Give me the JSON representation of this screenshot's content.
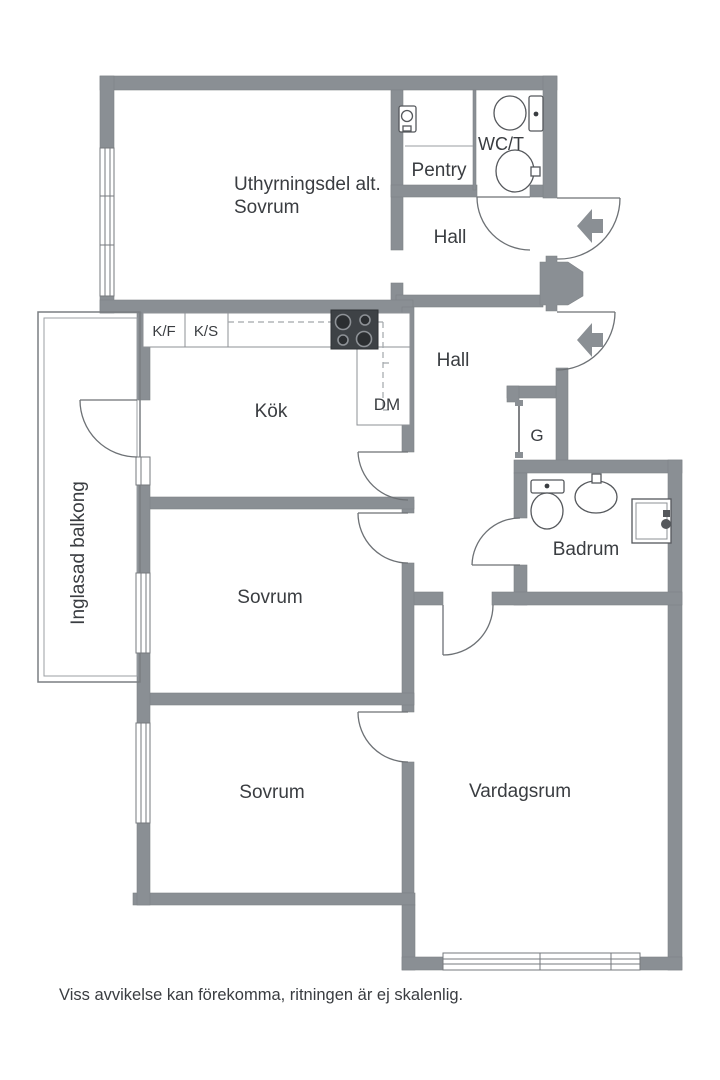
{
  "labels": {
    "uthyrningsdel_line1": "Uthyrningsdel alt.",
    "uthyrningsdel_line2": "Sovrum",
    "pentry": "Pentry",
    "wc": "WC/T",
    "hall_upper": "Hall",
    "hall_lower": "Hall",
    "kitchen": "Kök",
    "appliance_kf": "K/F",
    "appliance_ks": "K/S",
    "dishwasher": "DM",
    "wardrobe": "G",
    "bathroom": "Badrum",
    "bedroom1": "Sovrum",
    "bedroom2": "Sovrum",
    "living_room": "Vardagsrum",
    "balcony": "Inglasad balkong"
  },
  "disclaimer": "Viss avvikelse kan förekomma, ritningen är ej skalenlig.",
  "icons": [
    "toilet-icon",
    "sink-icon",
    "shower-icon",
    "stove-icon",
    "entrance-arrow-icon"
  ],
  "colors": {
    "wall": "#8a8f94",
    "door_line": "#6d7175",
    "fixture_line": "#55585c",
    "text": "#3a3d41",
    "background": "#ffffff"
  }
}
